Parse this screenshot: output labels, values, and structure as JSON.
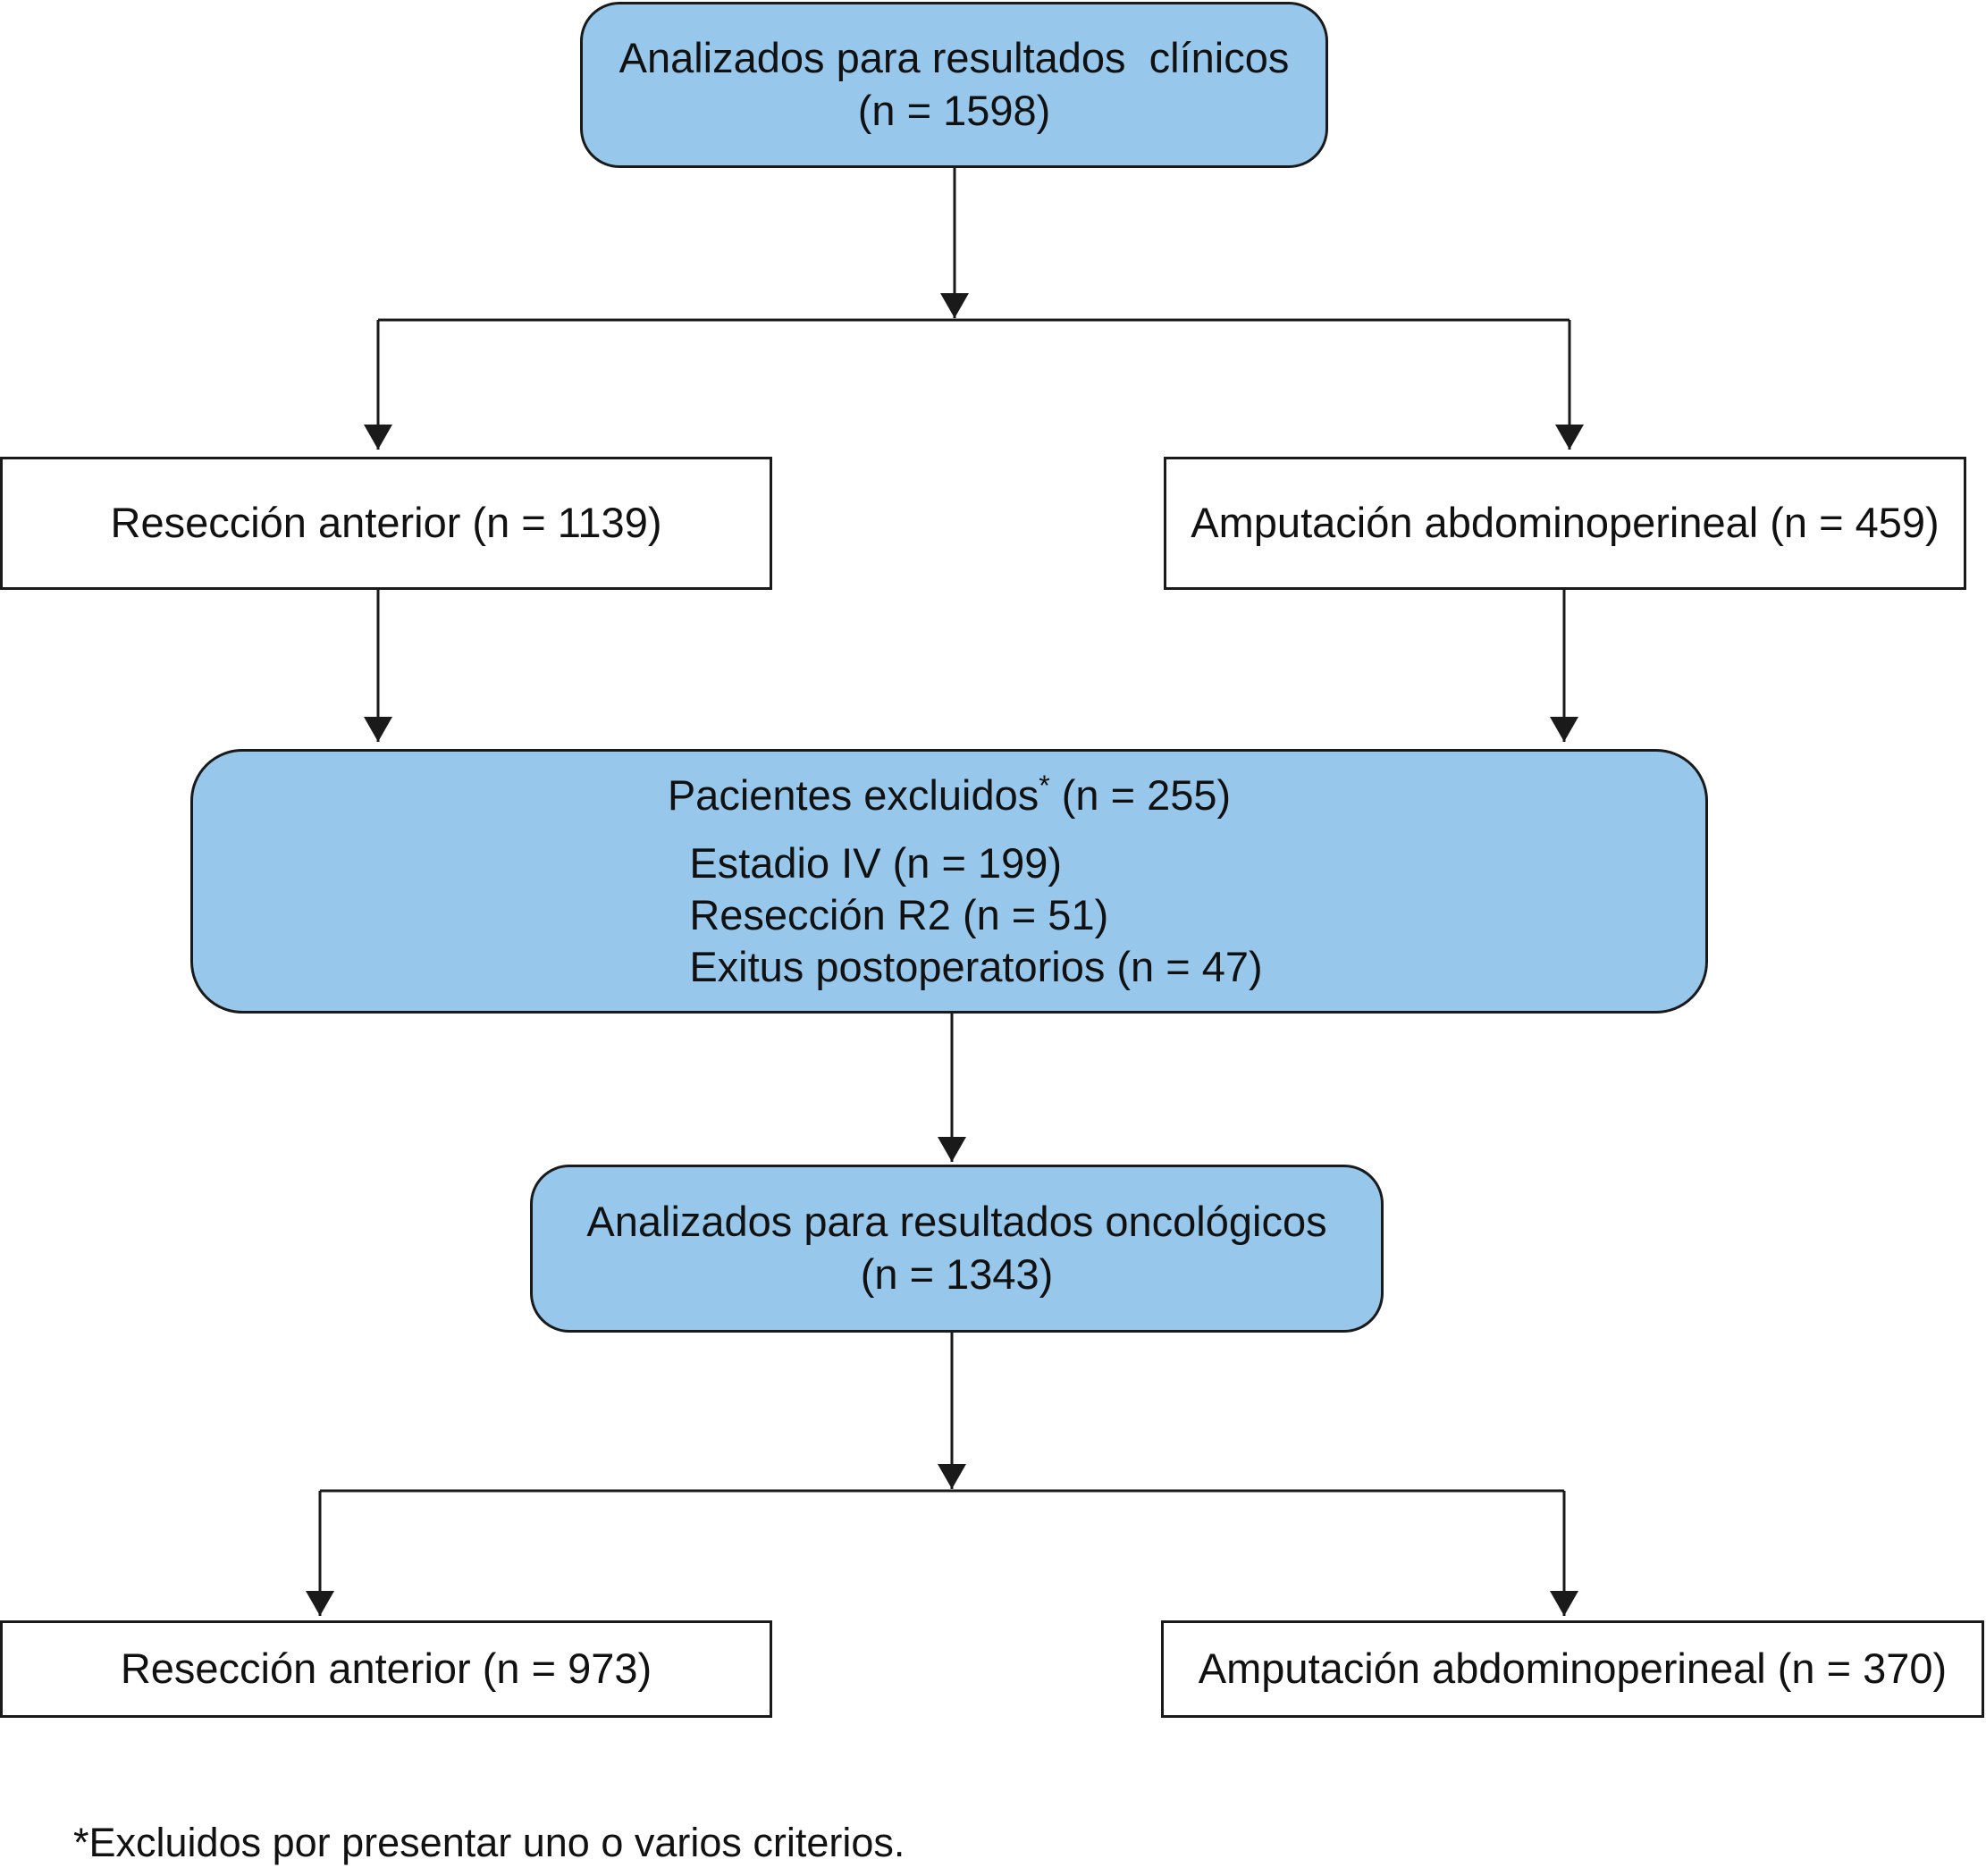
{
  "top_box": {
    "line1": "Analizados para resultados  clínicos",
    "line2": "(n = 1598)"
  },
  "branch_1": {
    "left": "Resección anterior (n = 1139)",
    "right": "Amputación abdominoperineal (n = 459)"
  },
  "excluded_box": {
    "title": "Pacientes excluidos",
    "asterisk": "*",
    "count": " (n = 255)",
    "criteria": [
      "Estadio IV (n = 199)",
      "Resección R2 (n = 51)",
      "Exitus postoperatorios (n = 47)"
    ]
  },
  "oncologic_box": {
    "line1": "Analizados para resultados oncológicos",
    "line2": "(n = 1343)"
  },
  "branch_2": {
    "left": "Resección anterior (n = 973)",
    "right": "Amputación abdominoperineal (n = 370)"
  },
  "footnote": "*Excluidos por presentar uno o varios criterios.",
  "colors": {
    "box_fill": "#97c8ec",
    "stroke": "#1a1a1a"
  }
}
